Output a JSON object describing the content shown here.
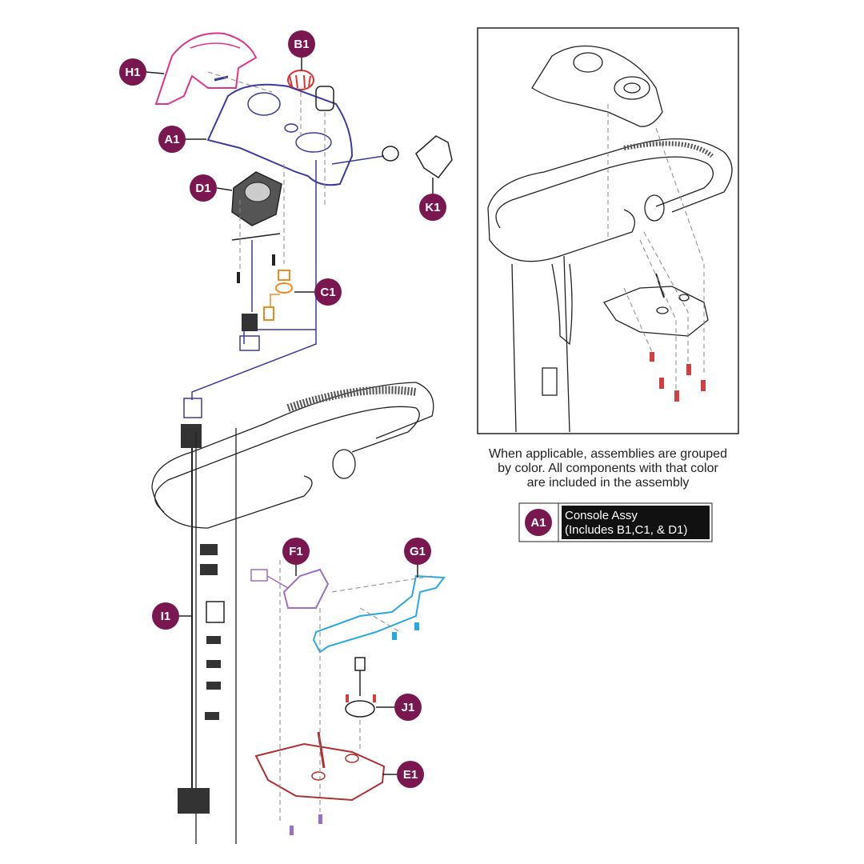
{
  "callouts": [
    {
      "label": "H1",
      "color": "#7b1750"
    },
    {
      "label": "B1",
      "color": "#7b1750"
    },
    {
      "label": "A1",
      "color": "#7b1750"
    },
    {
      "label": "D1",
      "color": "#7b1750"
    },
    {
      "label": "K1",
      "color": "#7b1750"
    },
    {
      "label": "C1",
      "color": "#7b1750"
    },
    {
      "label": "F1",
      "color": "#7b1750"
    },
    {
      "label": "G1",
      "color": "#7b1750"
    },
    {
      "label": "I1",
      "color": "#7b1750"
    },
    {
      "label": "J1",
      "color": "#7b1750"
    },
    {
      "label": "E1",
      "color": "#7b1750"
    }
  ],
  "note": {
    "line1": "When applicable, assemblies are grouped",
    "line2": "by color. All components with that color",
    "line3": "are included in the assembly"
  },
  "key": {
    "badge": "A1",
    "line1": "Console Assy",
    "line2": "(Includes B1,C1, & D1)"
  },
  "colors": {
    "console": "#3a3aa0",
    "rear_shroud": "#e0348c",
    "knob": "#e03030",
    "potentiometer": "#f08a1c",
    "bracket": "#9b6fc8",
    "lever": "#2aa8e0",
    "shroud_bottom": "#b03030",
    "badge": "#7b1750"
  }
}
